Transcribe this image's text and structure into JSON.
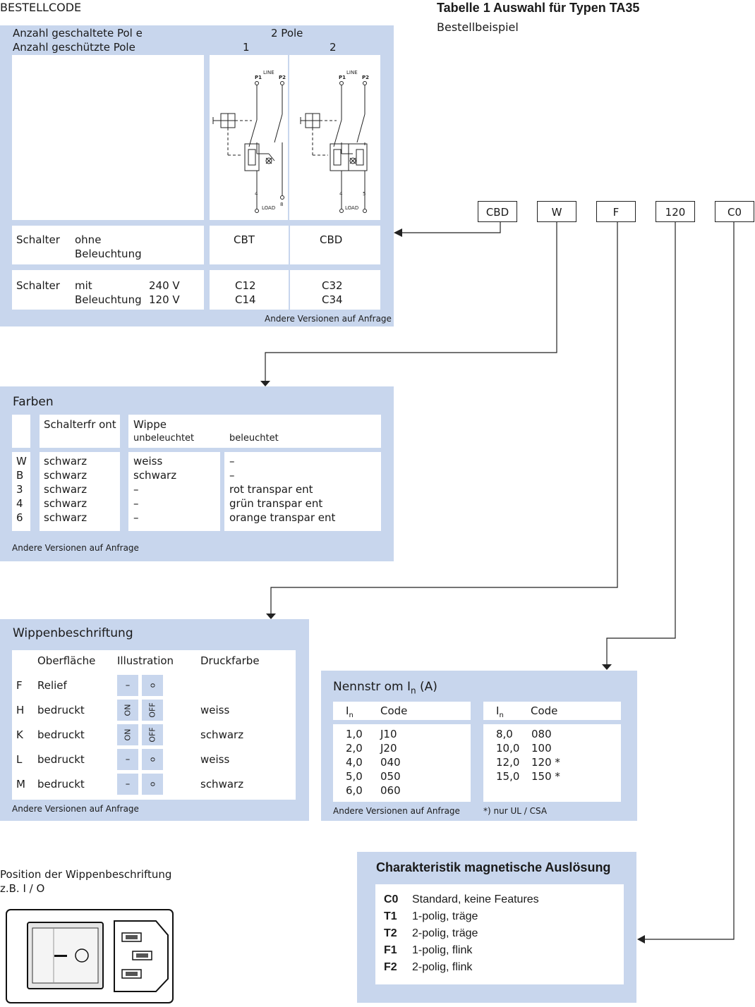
{
  "header": {
    "section_label": "BESTELLCODE",
    "title": "Tabelle 1 Auswahl für Typen TA35",
    "subtitle": "Bestellbeispiel"
  },
  "order_codes": [
    "CBD",
    "W",
    "F",
    "120",
    "C0"
  ],
  "poles": {
    "switched_label": "Anzahl geschaltete Pol   e",
    "switched_value": "2 Pole",
    "protected_label": "Anzahl geschützte Pole",
    "protected_col1": "1",
    "protected_col2": "2",
    "diagram_line": "LINE",
    "diagram_load": "LOAD",
    "diagram_p1": "P1",
    "diagram_p2": "P2",
    "diagram_t4": "4",
    "diagram_t5": "5",
    "diagram_t8": "8",
    "row1_a": "Schalter",
    "row1_b": "ohne",
    "row1_c": "Beleuchtung",
    "row1_col1": "CBT",
    "row1_col2": "CBD",
    "row2_a": "Schalter",
    "row2_b": "mit",
    "row2_c": "Beleuchtung",
    "row2_v1": "240  V",
    "row2_v2": "120  V",
    "row2_col1_a": "C12",
    "row2_col1_b": "C14",
    "row2_col2_a": "C32",
    "row2_col2_b": "C34",
    "note": "Andere Versionen auf Anfrage"
  },
  "colors": {
    "title": "Farben",
    "col_front": "Schalterfr   ont",
    "col_rocker": "Wippe",
    "col_unlit": "unbeleuchtet",
    "col_lit": "beleuchtet",
    "rows": [
      {
        "code": "W",
        "front": "schwarz",
        "unlit": "weiss",
        "lit": "–"
      },
      {
        "code": "B",
        "front": "schwarz",
        "unlit": "schwarz",
        "lit": "–"
      },
      {
        "code": "3",
        "front": "schwarz",
        "unlit": "–",
        "lit": "rot transpar ent"
      },
      {
        "code": "4",
        "front": "schwarz",
        "unlit": "–",
        "lit": "grün transpar ent"
      },
      {
        "code": "6",
        "front": "schwarz",
        "unlit": "–",
        "lit": "orange transpar  ent"
      }
    ],
    "note": "Andere Versionen auf Anfrage"
  },
  "marking": {
    "title": "Wippenbeschriftung",
    "col_surface": "Oberfläche",
    "col_illustration": "Illustration",
    "col_print": "Druckfarbe",
    "rows": [
      {
        "code": "F",
        "surface": "Relief",
        "a": "–",
        "b": "o",
        "print": ""
      },
      {
        "code": "H",
        "surface": "bedruckt",
        "a": "ON",
        "b": "OFF",
        "print": "weiss"
      },
      {
        "code": "K",
        "surface": "bedruckt",
        "a": "ON",
        "b": "OFF",
        "print": "schwarz"
      },
      {
        "code": "L",
        "surface": "bedruckt",
        "a": "–",
        "b": "o",
        "print": "weiss"
      },
      {
        "code": "M",
        "surface": "bedruckt",
        "a": "–",
        "b": "o",
        "print": "schwarz"
      }
    ],
    "note": "Andere Versionen auf Anfrage"
  },
  "current": {
    "title": "Nennstr  om I",
    "title_sub": "n",
    "title_unit": " (A)",
    "col_in": "I",
    "col_in_sub": "n",
    "col_code": "Code",
    "left": [
      {
        "in": "1,0",
        "code": "J10"
      },
      {
        "in": "2,0",
        "code": "J20"
      },
      {
        "in": "4,0",
        "code": "040"
      },
      {
        "in": "5,0",
        "code": "050"
      },
      {
        "in": "6,0",
        "code": "060"
      }
    ],
    "right": [
      {
        "in": "8,0",
        "code": "080"
      },
      {
        "in": "10,0",
        "code": "100"
      },
      {
        "in": "12,0",
        "code": "120 *"
      },
      {
        "in": "15,0",
        "code": "150 *"
      }
    ],
    "note": "Andere Versionen auf Anfrage",
    "footnote": "*) nur UL / CSA"
  },
  "position": {
    "label1": "Position der  Wippenbeschriftung",
    "label2": "z.B. I /   O"
  },
  "characteristic": {
    "title": "Charakteristik magnetische Auslösung",
    "rows": [
      {
        "code": "C0",
        "desc": "Standard, keine Features"
      },
      {
        "code": "T1",
        "desc": "1-polig, träge"
      },
      {
        "code": "T2",
        "desc": "2-polig, träge"
      },
      {
        "code": "F1",
        "desc": "1-polig, flink"
      },
      {
        "code": "F2",
        "desc": "2-polig, flink"
      }
    ]
  },
  "style": {
    "panel_color": "#c8d6ed",
    "line_color": "#222222"
  }
}
